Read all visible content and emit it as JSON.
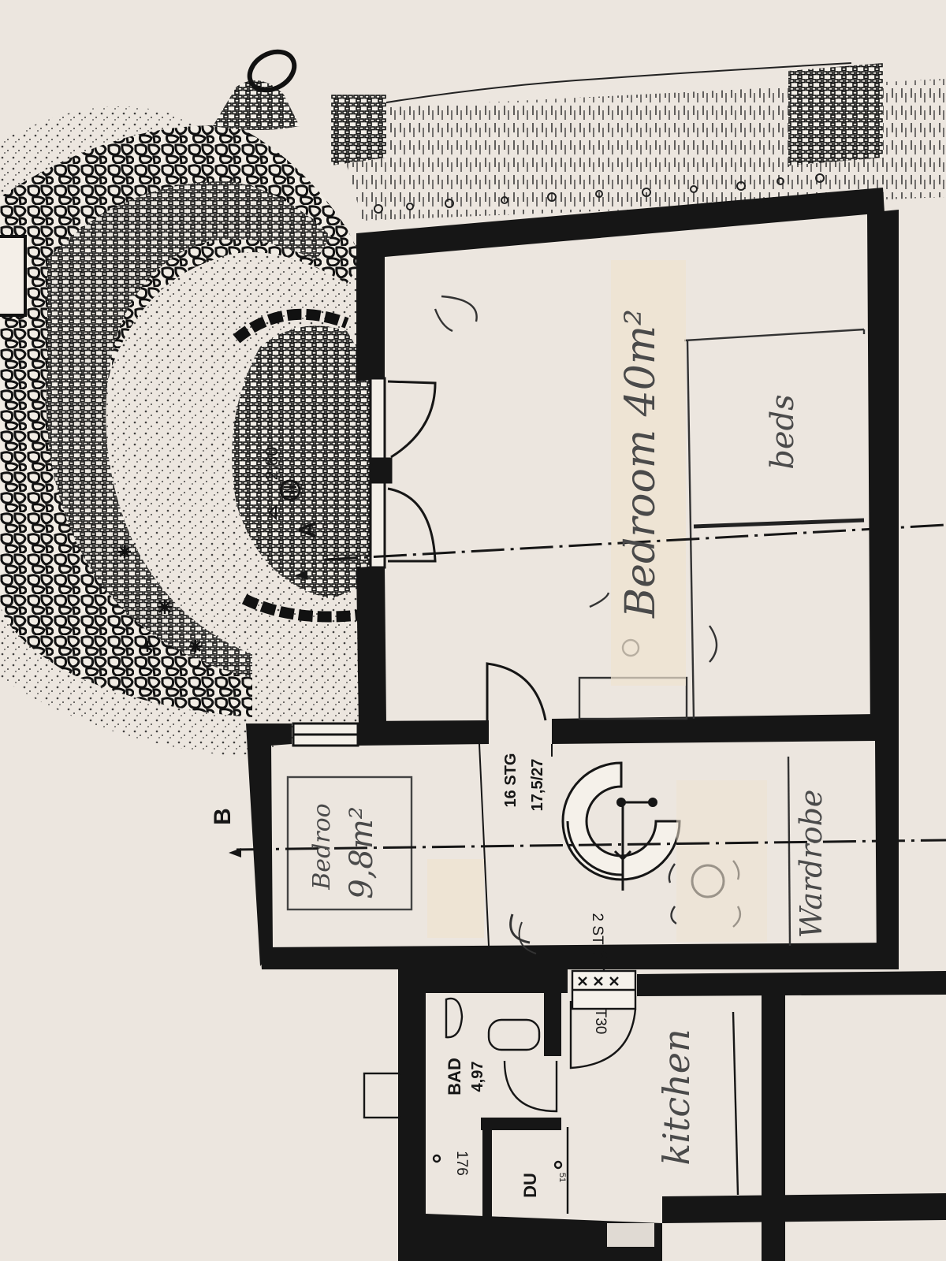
{
  "colors": {
    "paper": "#ece6df",
    "ink": "#161616",
    "pencil": "#4a4a4a",
    "tape": "#efe2cf"
  },
  "markers": {
    "section_a": "A",
    "section_b": "B",
    "elevation": "2,80"
  },
  "rooms": {
    "bedroom_large": "Bedroom 40m²",
    "beds": "beds",
    "bedroom_small_line1": "Bedroo",
    "bedroom_small_line2": "9,8m²",
    "wardrobe": "Wardrobe",
    "bath_name": "BAD",
    "bath_area": "4,97",
    "shower": "DU",
    "kitchen": "kitchen"
  },
  "stairs": {
    "main_count": "16 STG",
    "main_ratio": "17,5/27",
    "small_count": "2 STG"
  },
  "labels": {
    "fire_door": "T30",
    "dimension": "176",
    "dimension_small": "51"
  },
  "icons": [
    "stone-path-icon",
    "compass-icon",
    "elevation-symbol-icon",
    "section-arrow-icon"
  ]
}
